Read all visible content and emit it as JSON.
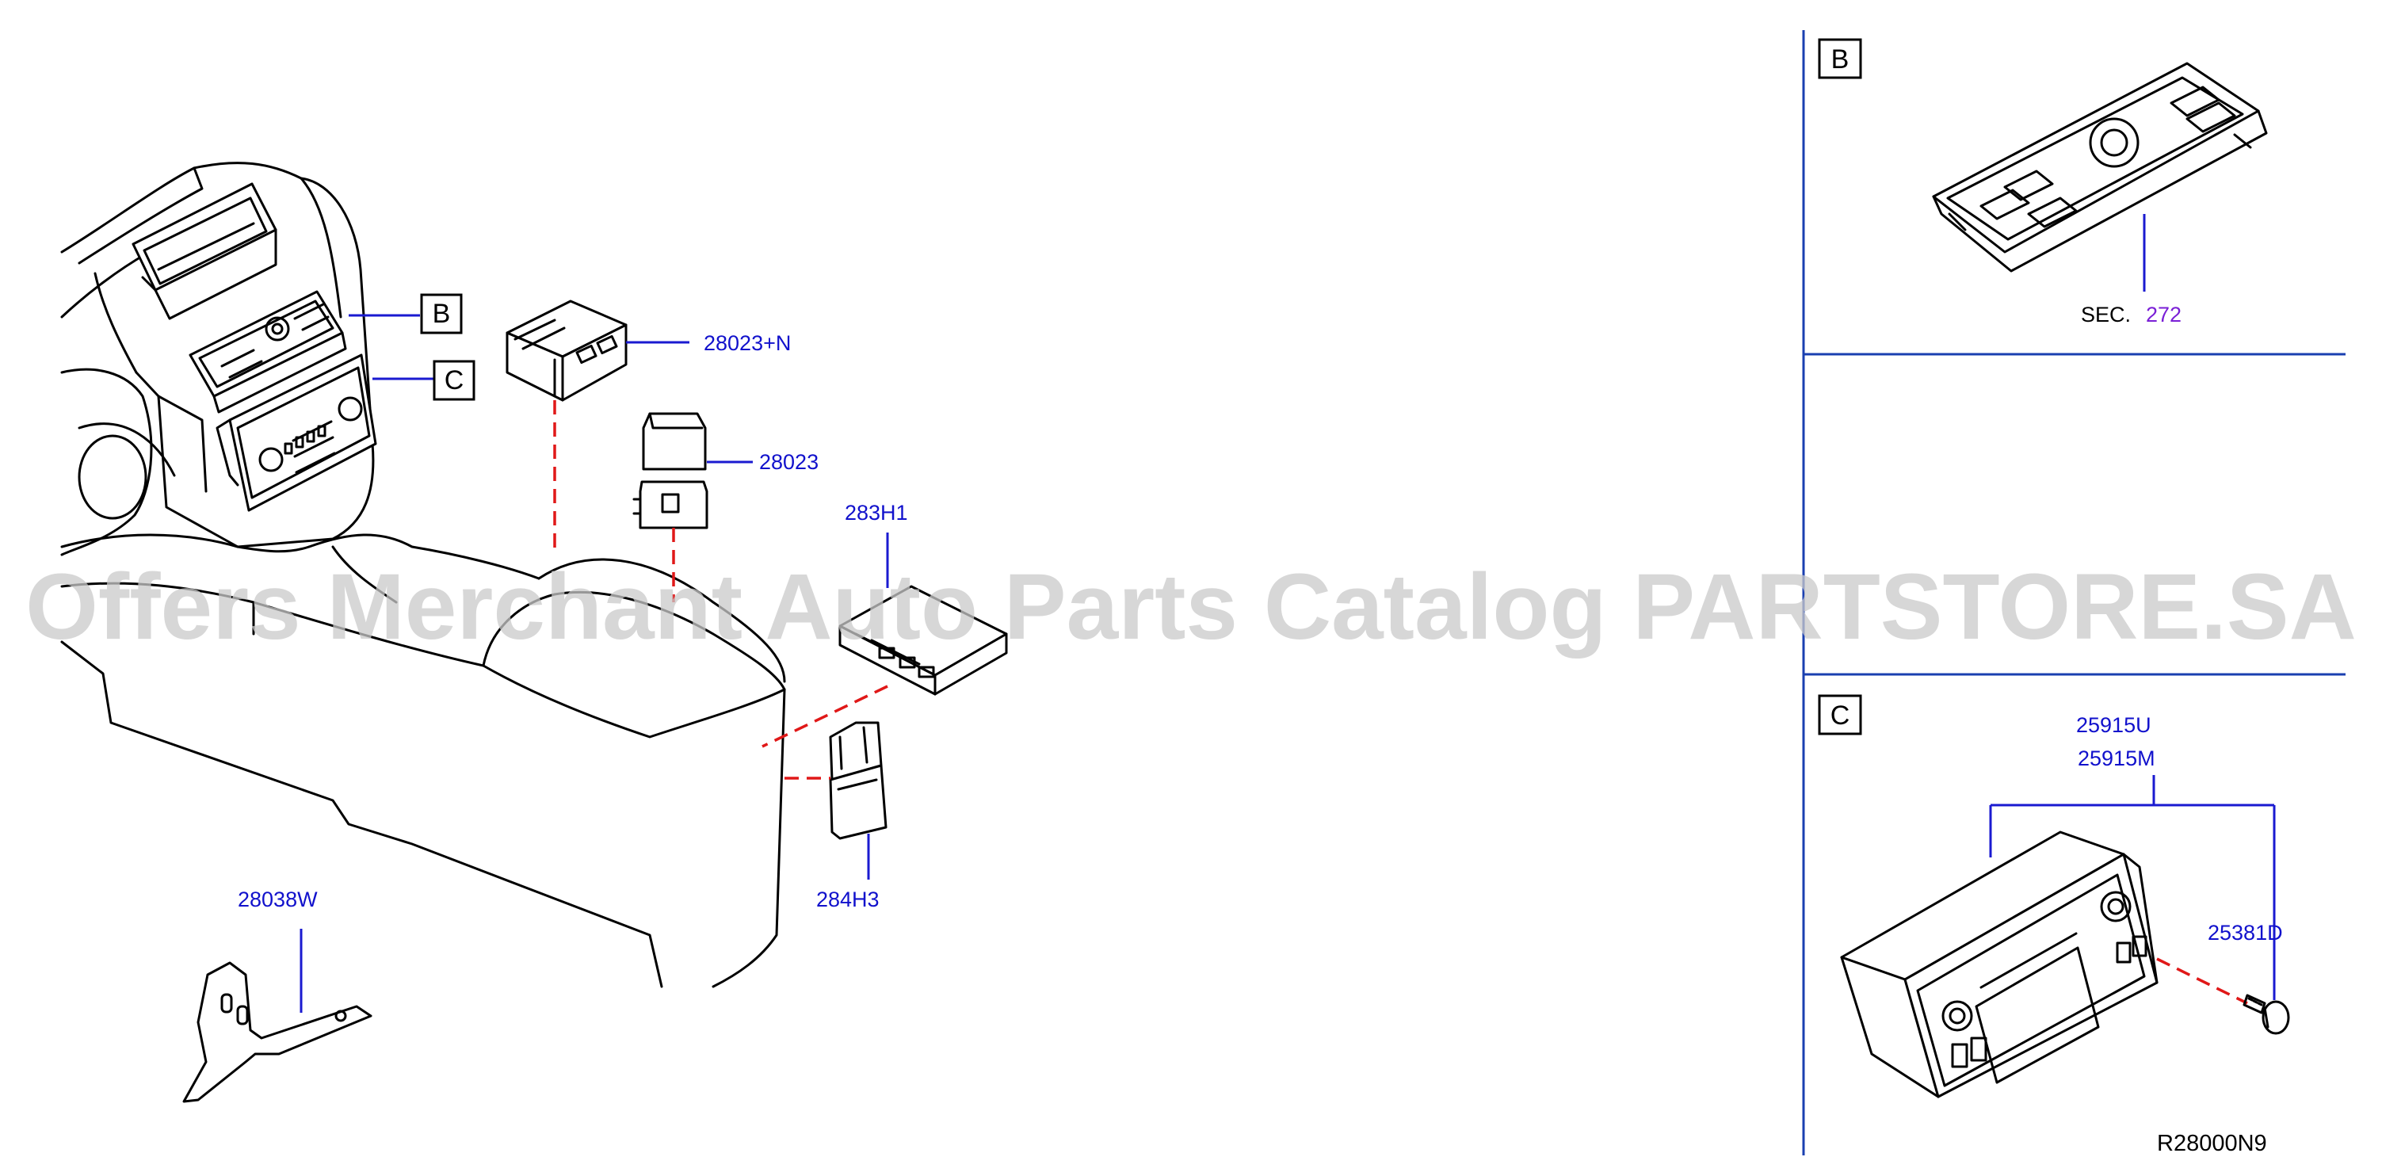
{
  "diagram": {
    "callouts": {
      "b": "B",
      "c": "C"
    },
    "parts": {
      "p28023n": "28023+N",
      "p28023": "28023",
      "p283h1": "283H1",
      "p284h3": "284H3",
      "p28038w": "28038W",
      "p25915u": "25915U",
      "p25915m": "25915M",
      "p25381d": "25381D"
    },
    "section": {
      "prefix": "SEC.",
      "number": "272"
    },
    "panels": {
      "b_letter": "B",
      "c_letter": "C"
    },
    "diagram_code": "R28000N9",
    "watermark": "Offers Merchant Auto Parts Catalog PARTSTORE.SA",
    "colors": {
      "part_label": "#1111cc",
      "leader_line": "#1a1ad0",
      "dashed_connector": "#e01818",
      "section_number": "#7a1fd6",
      "panel_divider": "#1a3fb0",
      "watermark": "#c9c9c9"
    }
  }
}
